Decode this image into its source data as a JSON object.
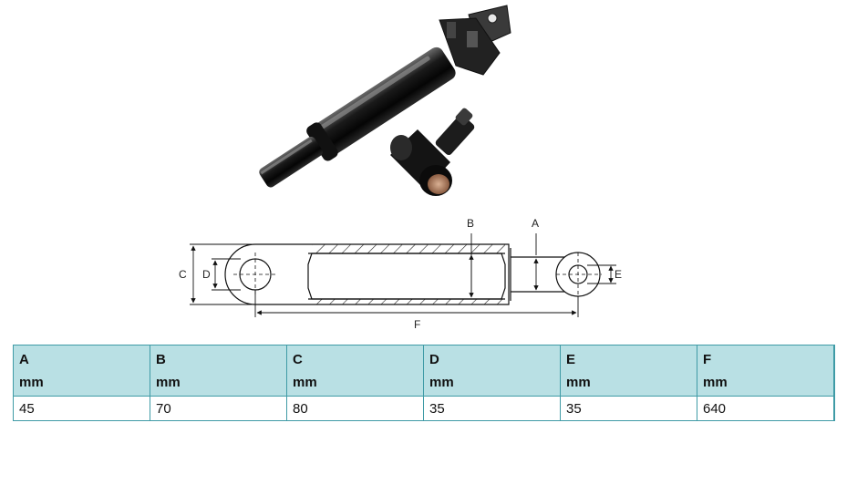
{
  "drawing": {
    "dimension_labels": {
      "A": "A",
      "B": "B",
      "C": "C",
      "D": "D",
      "E": "E",
      "F": "F"
    }
  },
  "table": {
    "columns": [
      {
        "label": "A",
        "unit": "mm",
        "value": "45"
      },
      {
        "label": "B",
        "unit": "mm",
        "value": "70"
      },
      {
        "label": "C",
        "unit": "mm",
        "value": "80"
      },
      {
        "label": "D",
        "unit": "mm",
        "value": "35"
      },
      {
        "label": "E",
        "unit": "mm",
        "value": "35"
      },
      {
        "label": "F",
        "unit": "mm",
        "value": "640"
      }
    ]
  },
  "colors": {
    "header_bg": "#b9e0e4",
    "border": "#3f9ba6"
  }
}
